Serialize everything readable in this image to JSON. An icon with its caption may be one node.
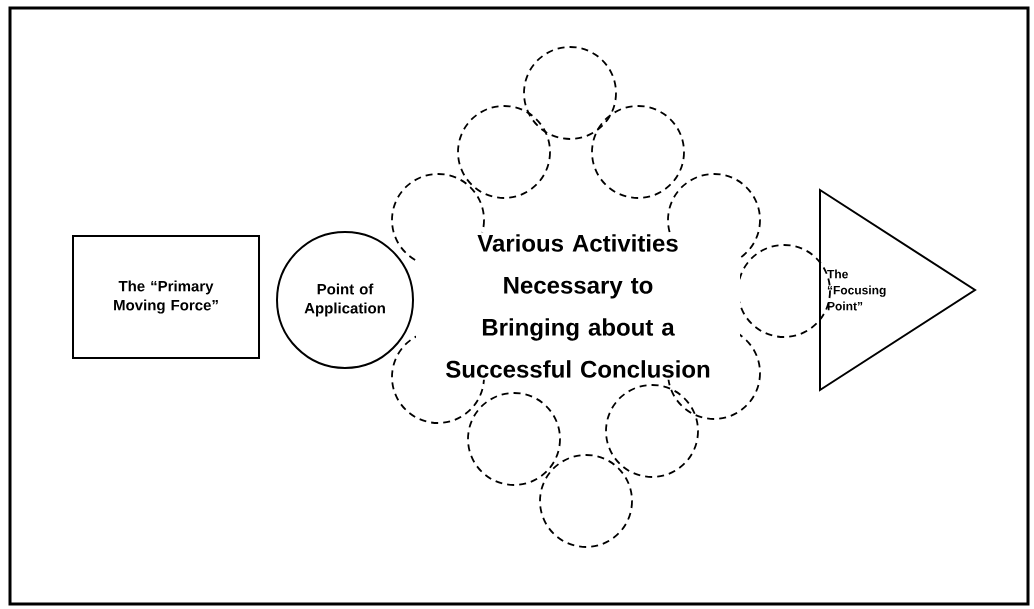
{
  "diagram": {
    "nodes": [
      {
        "text": [
          "The “Primary Moving Force”"
        ]
      },
      {
        "text": [
          "Point of Application"
        ]
      },
      {
        "text": [
          "Various Activities Necessary to Bringing about a Successful Conclusion"
        ]
      },
      {
        "text": [
          "The “Focusing Point”"
        ]
      }
    ]
  }
}
